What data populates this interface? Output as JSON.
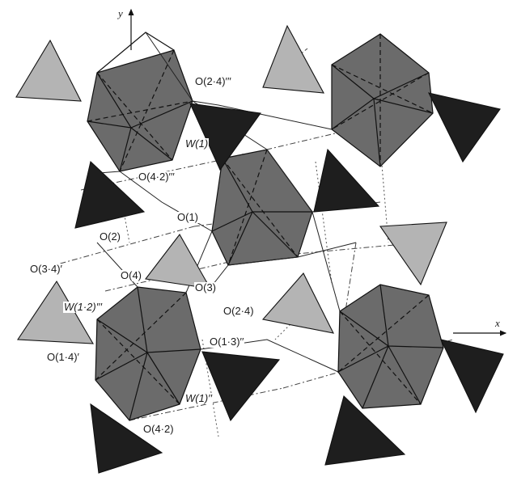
{
  "axes": {
    "x": "x",
    "y": "y"
  },
  "labels": {
    "o_2_4_iii": "O(2·4)′′′",
    "w1": "W(1)",
    "o_4_2_iii": "O(4·2)′′′",
    "o1": "O(1)",
    "o2": "O(2)",
    "o_3_4_i": "O(3·4)′",
    "o4": "O(4)",
    "o3": "O(3)",
    "w_1_2_iii": "W(1·2)′′′",
    "o_2_4": "O(2·4)",
    "o_1_3_ii": "O(1·3)′′",
    "o_1_4_i": "O(1·4)′",
    "w1_ii": "W(1)′′",
    "o_4_2": "O(4·2)"
  },
  "colors": {
    "octahedron_fill": "#6b6b6b",
    "light_tetrahedron": "#b4b4b4",
    "dark_tetrahedron": "#1e1e1e",
    "edge": "#111111"
  }
}
